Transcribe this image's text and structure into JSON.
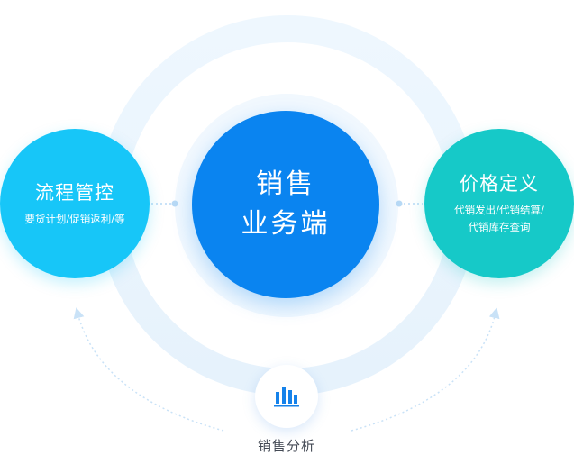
{
  "center": {
    "line1": "销售",
    "line2": "业务端"
  },
  "left": {
    "title": "流程管控",
    "desc": "要货计划/促销返利/等"
  },
  "right": {
    "title": "价格定义",
    "desc_line1": "代销发出/代销结算/",
    "desc_line2": "代销库存查询"
  },
  "bottom": {
    "label": "销售分析",
    "icon": "bar-chart-icon"
  },
  "colors": {
    "center": "#0a84f0",
    "left": "#17c6f8",
    "right": "#16c9c8",
    "ring": "#eaf5fd",
    "dots": "#b7d9f5"
  }
}
